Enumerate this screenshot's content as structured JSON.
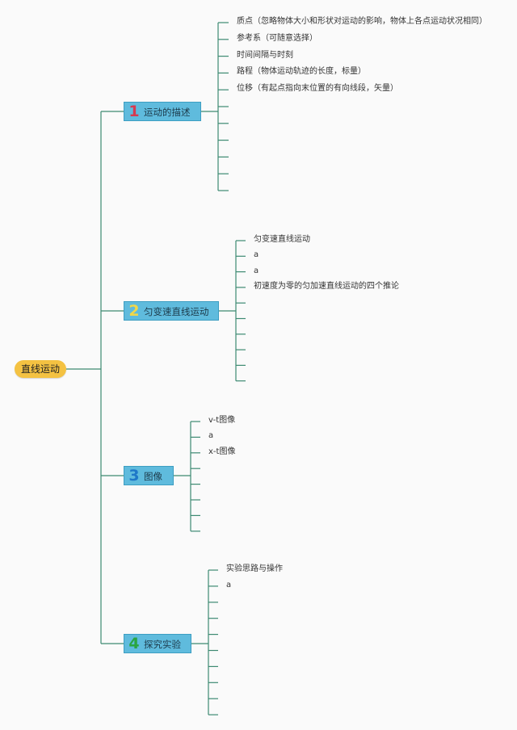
{
  "root": {
    "label": "直线运动"
  },
  "branches": [
    {
      "number": "1",
      "number_color": "#d63a50",
      "label": "运动的描述",
      "items": [
        "质点（忽略物体大小和形状对运动的影响，物体上各点运动状况相同）",
        "参考系（可随意选择）",
        "时间间隔与时刻",
        "路程（物体运动轨迹的长度，标量）",
        "位移（有起点指向末位置的有向线段，矢量）",
        "",
        "",
        "",
        "",
        "",
        ""
      ]
    },
    {
      "number": "2",
      "number_color": "#f1d748",
      "label": "匀变速直线运动",
      "items": [
        "匀变速直线运动",
        "a",
        "a",
        "初速度为零的匀加速直线运动的四个推论",
        "",
        "",
        "",
        "",
        "",
        ""
      ]
    },
    {
      "number": "3",
      "number_color": "#1f78c8",
      "label": "图像",
      "items": [
        "v-t图像",
        "a",
        "x-t图像",
        "",
        "",
        "",
        "",
        ""
      ]
    },
    {
      "number": "4",
      "number_color": "#2aa541",
      "label": "探究实验",
      "items": [
        "实验思路与操作",
        "a",
        "",
        "",
        "",
        "",
        "",
        "",
        "",
        ""
      ]
    }
  ],
  "colors": {
    "connector": "#3d8a72",
    "topic_fill": "#5fbbdd",
    "root_fill": "#f4c242"
  }
}
